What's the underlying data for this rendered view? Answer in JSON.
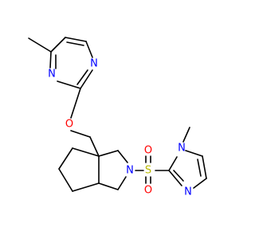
{
  "molecule": {
    "atoms": [
      {
        "id": "N_pyr_left",
        "label": "N",
        "color": "#0000FF"
      },
      {
        "id": "N_pyr_right",
        "label": "N",
        "color": "#0000FF"
      },
      {
        "id": "O_ether",
        "label": "O",
        "color": "#FF0000"
      },
      {
        "id": "N_pyrrolidine",
        "label": "N",
        "color": "#0000FF"
      },
      {
        "id": "S_sulfonyl",
        "label": "S",
        "color": "#B8B800"
      },
      {
        "id": "O_sulfonyl_top",
        "label": "O",
        "color": "#FF0000"
      },
      {
        "id": "O_sulfonyl_bottom",
        "label": "O",
        "color": "#FF0000"
      },
      {
        "id": "N_imidazole_methyl",
        "label": "N",
        "color": "#0000FF"
      },
      {
        "id": "N_imidazole",
        "label": "N",
        "color": "#0000FF"
      }
    ],
    "bond_color": "#000000"
  }
}
